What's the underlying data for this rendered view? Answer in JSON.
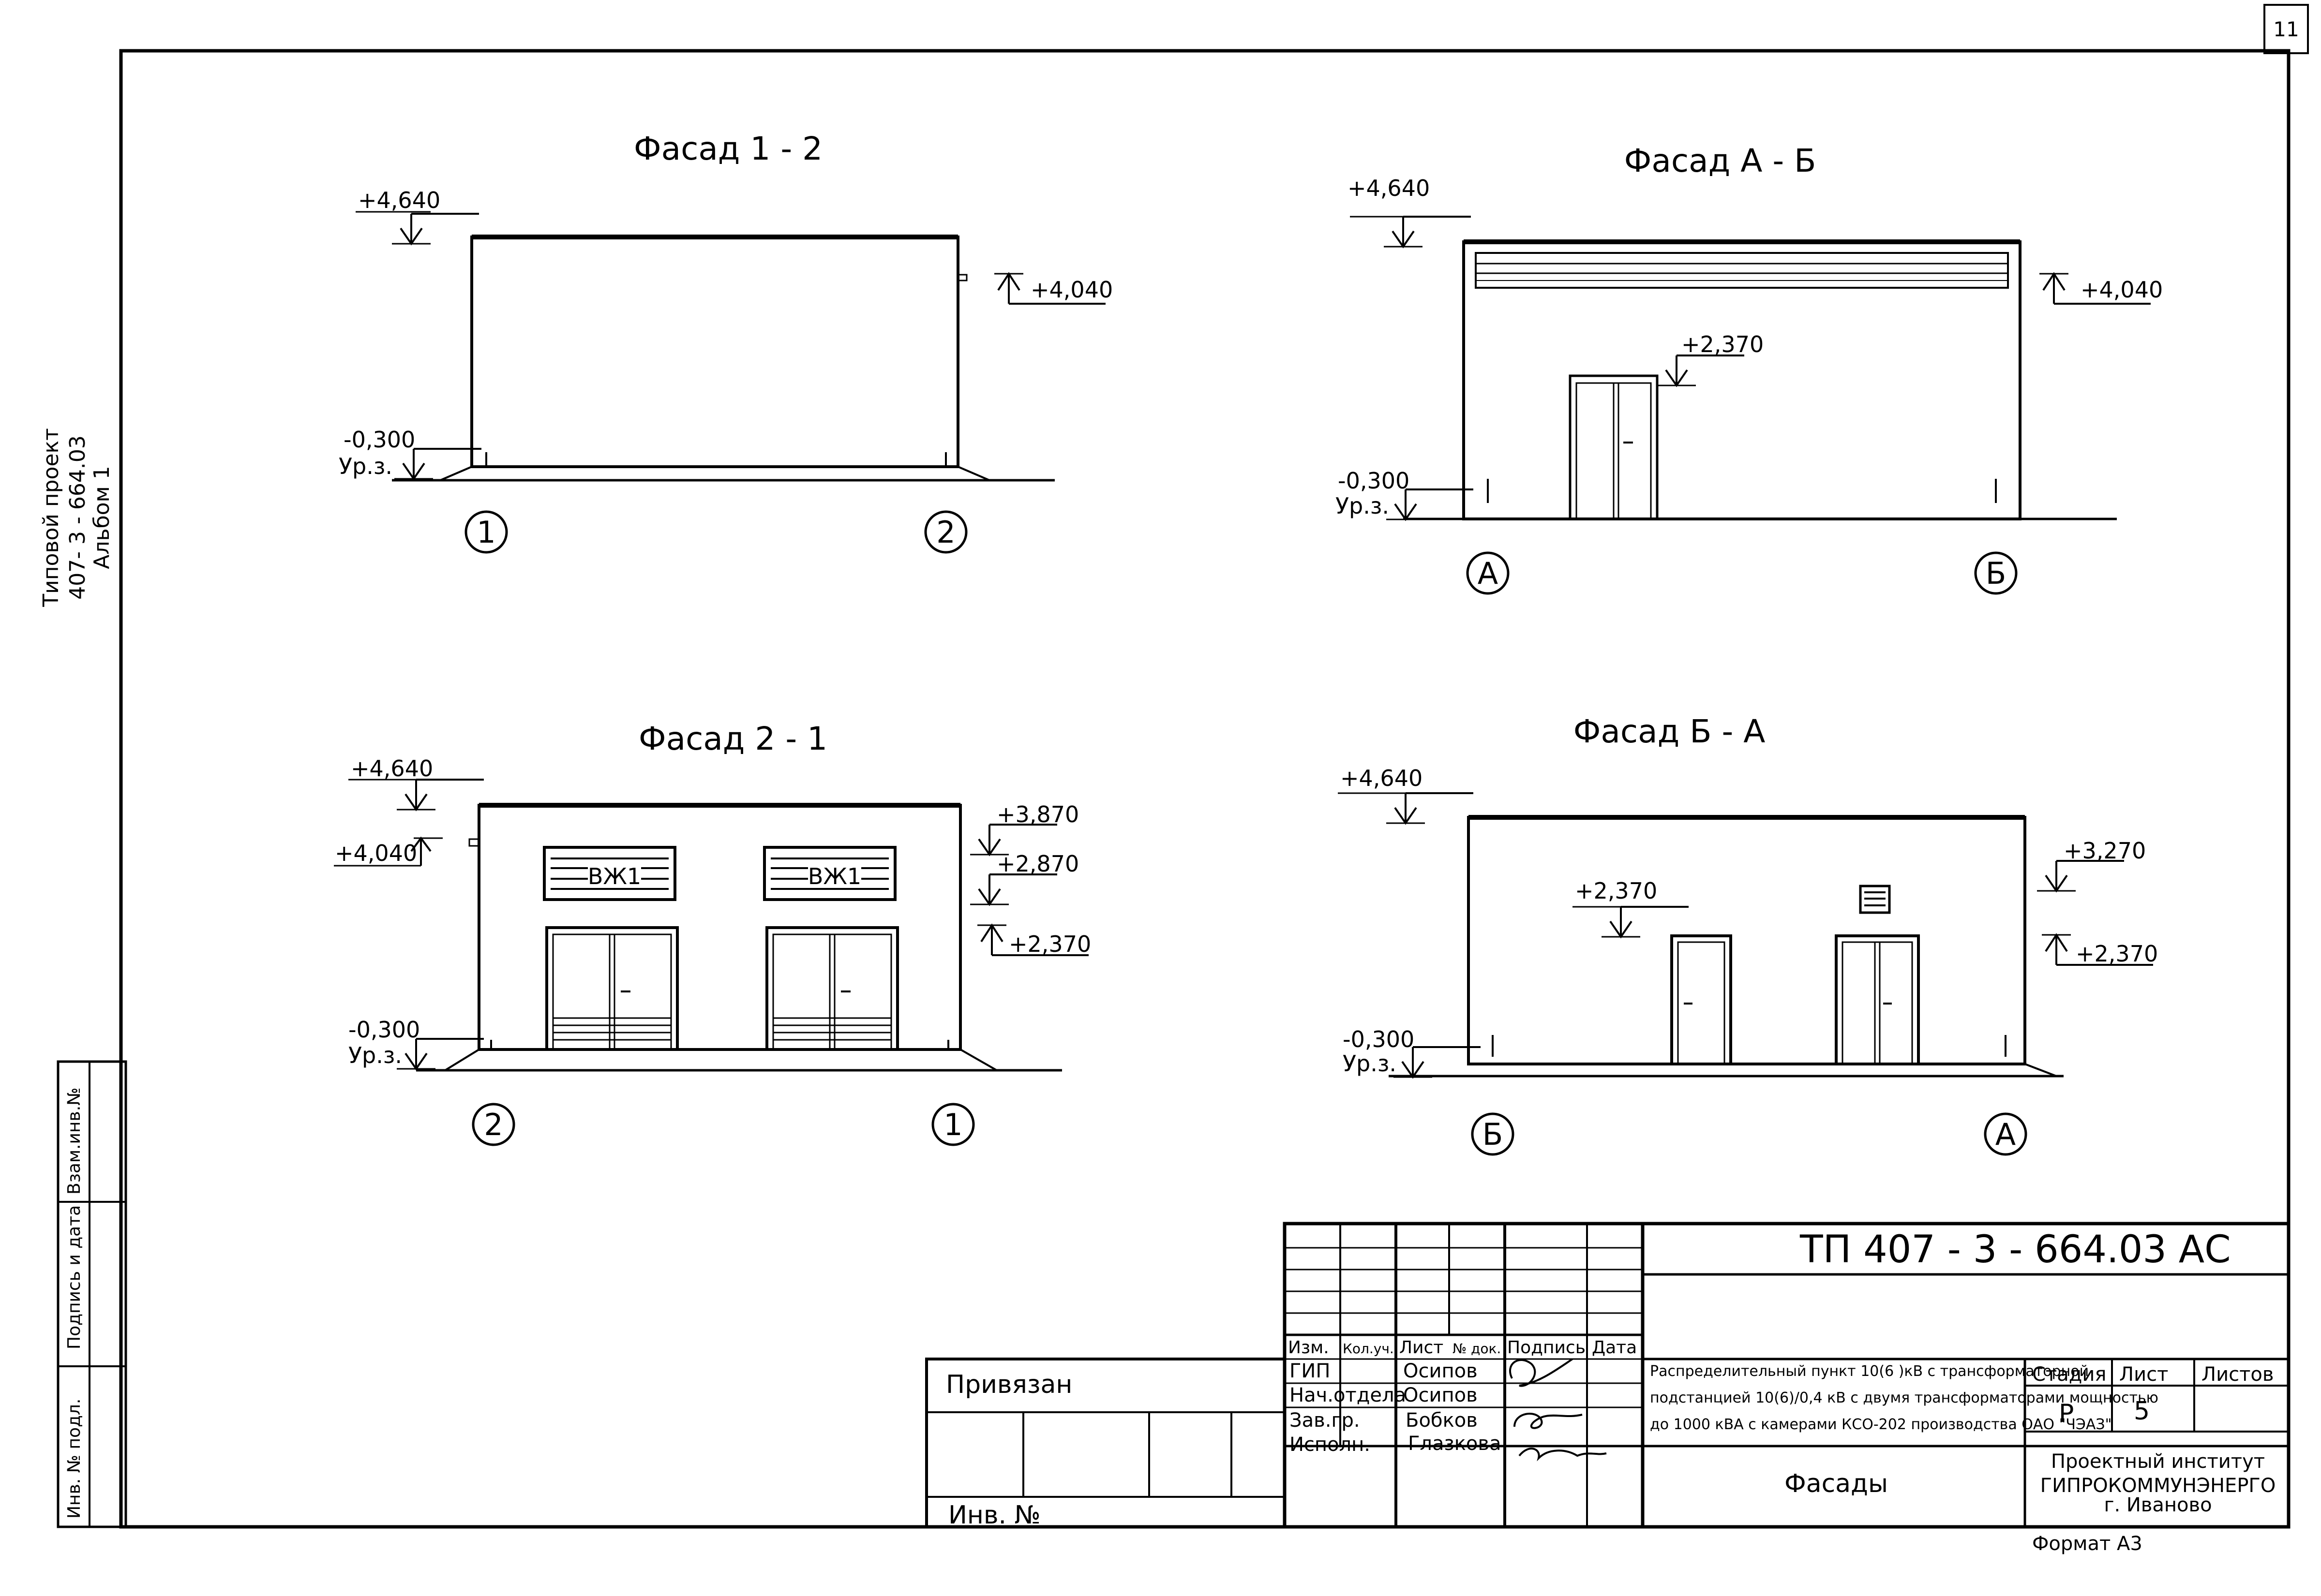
{
  "page_number": "11",
  "side_label": {
    "line1": "Типовой проект",
    "line2": "407- 3 - 664.03",
    "line3": "Альбом 1"
  },
  "left_stamp": {
    "vzam": "Взам.инв.№",
    "podpis": "Подпись и дата",
    "inv": "Инв. № подл."
  },
  "facades": {
    "f12": {
      "title": "Фасад 1 - 2",
      "top": "+4,640",
      "right": "+4,040",
      "ground_val": "-0,300",
      "ground_lbl": "Ур.з.",
      "axis_left": "1",
      "axis_right": "2"
    },
    "fab": {
      "title": "Фасад  А - Б",
      "top": "+4,640",
      "right": "+4,040",
      "door": "+2,370",
      "ground_val": "-0,300",
      "ground_lbl": "Ур.з.",
      "axis_left": "А",
      "axis_right": "Б"
    },
    "f21": {
      "title": "Фасад 2 - 1",
      "top": "+4,640",
      "left": "+4,040",
      "r1": "+3,870",
      "r2": "+2,870",
      "r3": "+2,370",
      "grille": "ВЖ1",
      "ground_val": "-0,300",
      "ground_lbl": "Ур.з.",
      "axis_left": "2",
      "axis_right": "1"
    },
    "fba": {
      "title": "Фасад  Б - А",
      "top": "+4,640",
      "door": "+2,370",
      "r1": "+3,270",
      "r2": "+2,370",
      "ground_val": "-0,300",
      "ground_lbl": "Ур.з.",
      "axis_left": "Б",
      "axis_right": "А"
    }
  },
  "title_block": {
    "code": "ТП   407 - 3 - 664.03    АС",
    "headers": {
      "izm": "Изм.",
      "kol": "Кол.уч.",
      "list": "Лист",
      "ndok": "№ док.",
      "podpis": "Подпись",
      "data": "Дата"
    },
    "roles": [
      "ГИП",
      "Нач.отдела",
      "Зав.гр.",
      "Исполн."
    ],
    "names": [
      "Осипов",
      "Осипов",
      "Бобков",
      "Глазкова"
    ],
    "description": [
      "Распределительный пункт 10(6 )кВ с трансформаторной",
      "подстанцией 10(6)/0,4 кВ с двумя трансформаторами мощностью",
      "до 1000 кВА с камерами КСО-202 производства ОАО \"ЧЭАЗ\""
    ],
    "stage_label": "Стадия",
    "sheet_label": "Лист",
    "sheets_label": "Листов",
    "stage": "Р",
    "sheet": "5",
    "sheet_title": "Фасады",
    "institute": [
      "Проектный институт",
      "ГИПРОКОММУНЭНЕРГО",
      "г. Иваново"
    ],
    "privyazan": "Привязан",
    "inv_no": "Инв. №",
    "format": "Формат А3"
  }
}
